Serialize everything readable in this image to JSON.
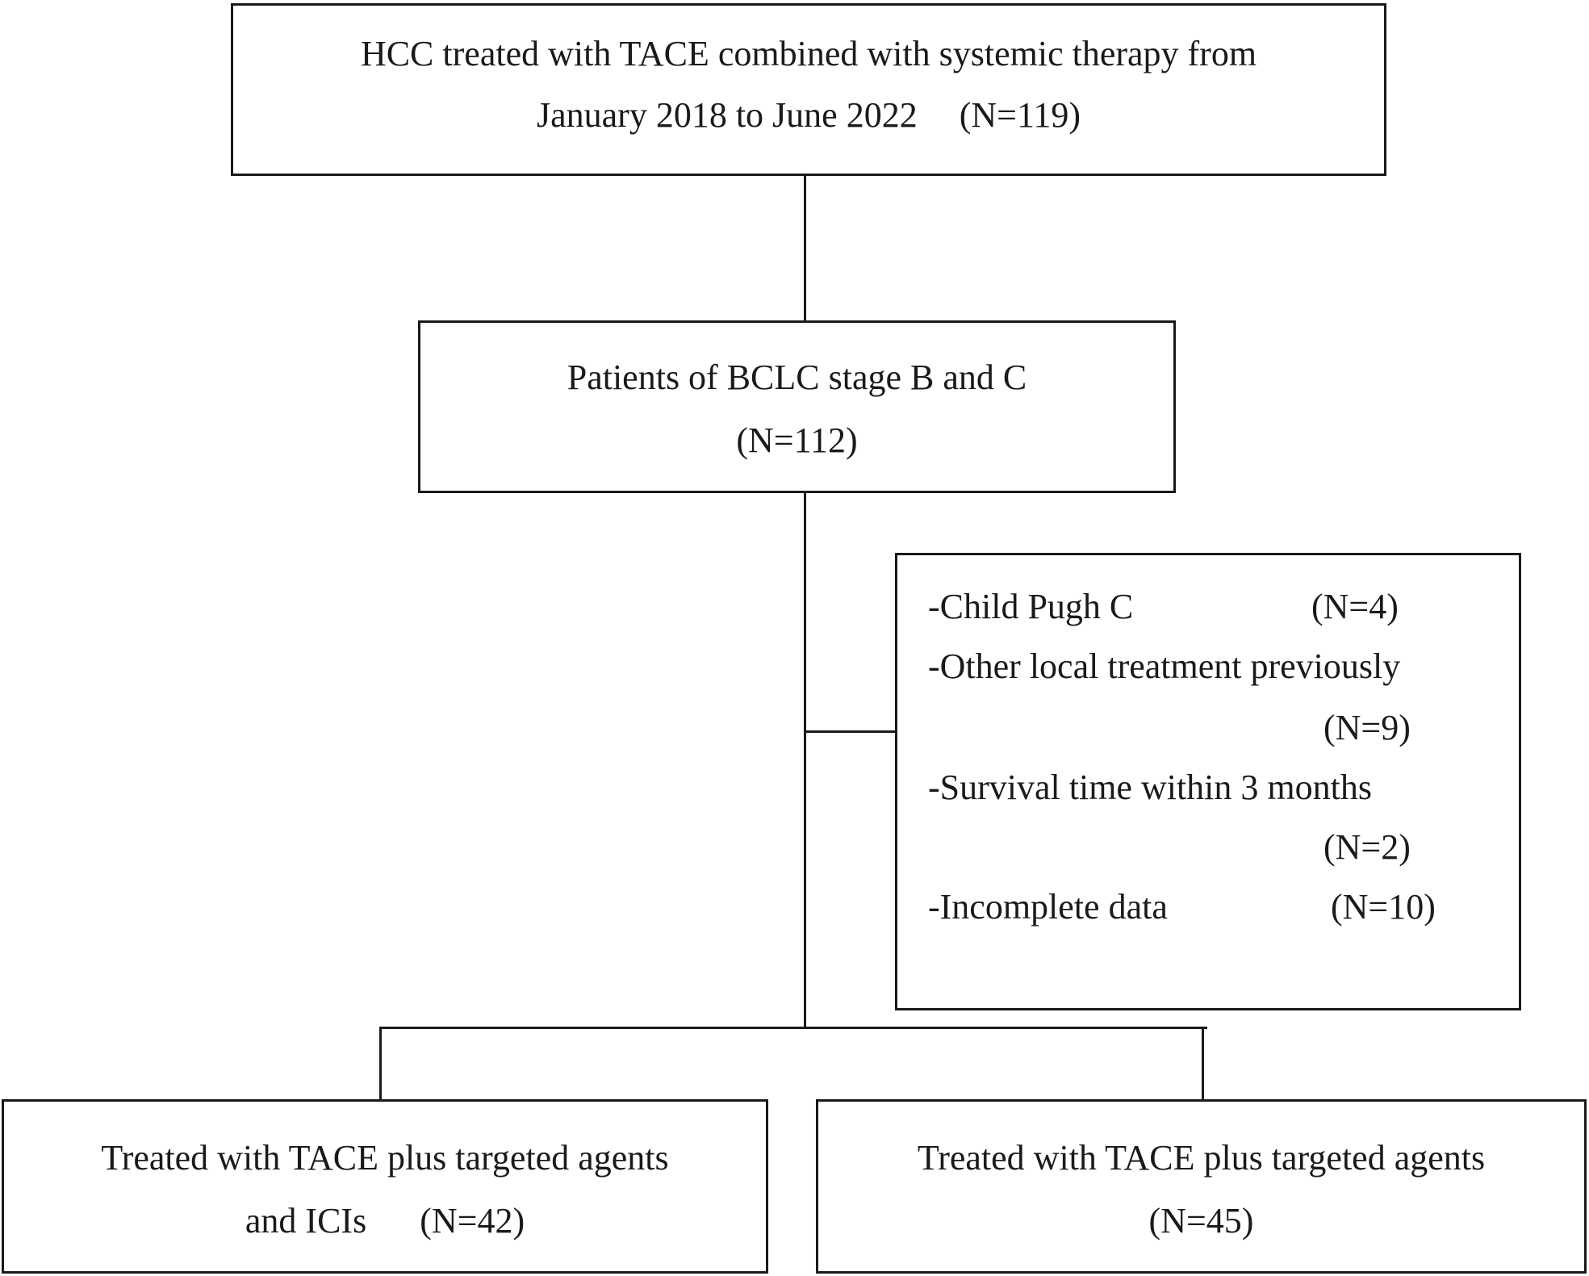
{
  "box1": {
    "line1": "HCC treated with TACE combined with systemic therapy from",
    "line2_text": "January 2018 to June 2022",
    "line2_n": "(N=119)"
  },
  "box2": {
    "line1": "Patients of BCLC stage B and C",
    "line2": "(N=112)"
  },
  "exclusion": {
    "items": [
      {
        "label": "-Child Pugh C",
        "n": "(N=4)"
      },
      {
        "label": "-Other local treatment previously",
        "n": "(N=9)"
      },
      {
        "label": "-Survival time within 3 months",
        "n": "(N=2)"
      },
      {
        "label": "-Incomplete data",
        "n": "(N=10)"
      }
    ]
  },
  "group_left": {
    "line1": "Treated with TACE plus targeted agents",
    "line2_text": "and ICIs",
    "line2_n": "(N=42)"
  },
  "group_right": {
    "line1": "Treated with TACE plus targeted agents",
    "line2": "(N=45)"
  }
}
